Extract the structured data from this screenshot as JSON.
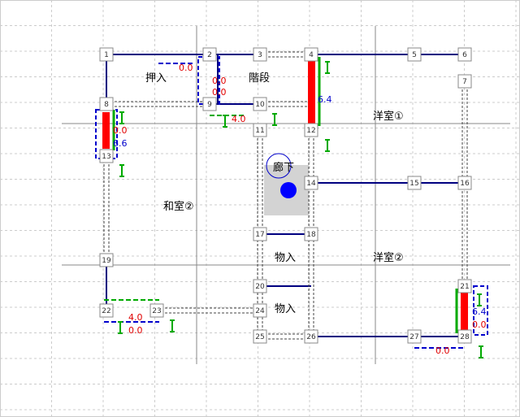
{
  "rooms": {
    "oshiire_top": "押入",
    "kaidan": "階段",
    "youshitsu1": "洋室①",
    "rouka": "廊下",
    "washitsu2": "和室②",
    "monoire_mid": "物入",
    "youshitsu2": "洋室②",
    "monoire_bottom": "物入"
  },
  "nodes": [
    "1",
    "2",
    "3",
    "4",
    "5",
    "6",
    "7",
    "8",
    "9",
    "10",
    "11",
    "12",
    "13",
    "14",
    "15",
    "16",
    "17",
    "18",
    "19",
    "20",
    "21",
    "22",
    "23",
    "24",
    "25",
    "26",
    "27",
    "28"
  ],
  "values": {
    "v_2_top": "0.0",
    "v_9_a": "0.0",
    "v_9_b": "0.0",
    "v_4_blue": "6.4",
    "v_10_red": "4.0",
    "v_13_red": "0.0",
    "v_13_blue": "6.6",
    "v_22_red": "4.0",
    "v_22_red2": "0.0",
    "v_21_blue": "6.4",
    "v_21_red": "0.0",
    "v_27_red": "0.0"
  },
  "colors": {
    "wall": "#000080",
    "green": "#00aa00",
    "red": "#ff0000",
    "blue": "#0000cc"
  }
}
